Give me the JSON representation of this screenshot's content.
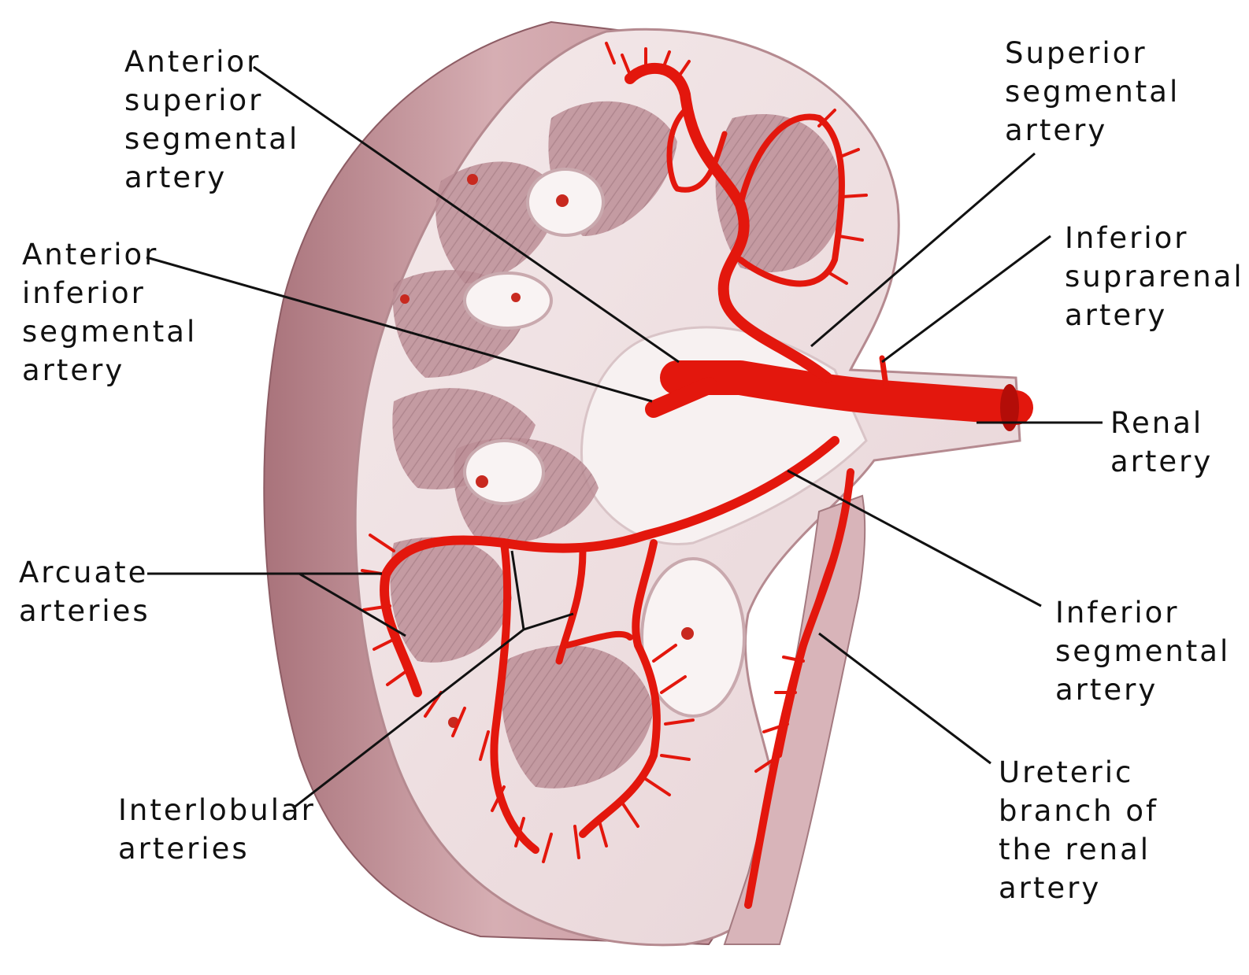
{
  "labels": {
    "anterior_superior": [
      "Anterior",
      "superior",
      "segmental",
      "artery"
    ],
    "superior_segmental": [
      "Superior",
      "segmental",
      "artery"
    ],
    "inferior_suprarenal": [
      "Inferior",
      "suprarenal",
      "artery"
    ],
    "anterior_inferior": [
      "Anterior",
      "inferior",
      "segmental",
      "artery"
    ],
    "renal": [
      "Renal",
      "artery"
    ],
    "arcuate": [
      "Arcuate",
      "arteries"
    ],
    "inferior_segmental": [
      "Inferior",
      "segmental",
      "artery"
    ],
    "ureteric": [
      "Ureteric",
      "branch of",
      "the renal",
      "artery"
    ],
    "interlobular": [
      "Interlobular",
      "arteries"
    ]
  },
  "colors": {
    "artery": "#e3170d",
    "artery_dark": "#b30d08",
    "cortex": "#efe2e4",
    "capsule": "#c99aa1",
    "pyramid": "#b68790",
    "leader_line": "#111111"
  }
}
